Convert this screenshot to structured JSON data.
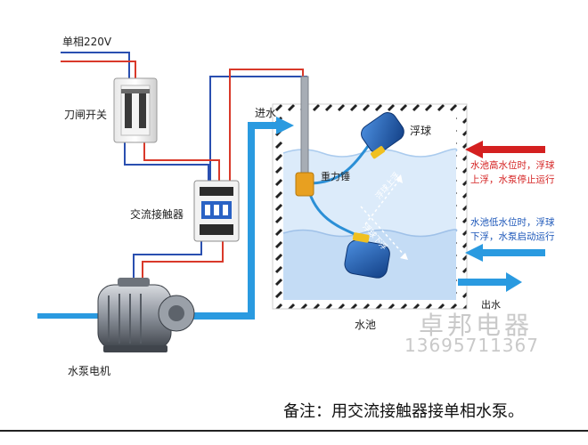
{
  "labels": {
    "power": "单相220V",
    "knife_switch": "刀闸开关",
    "contactor": "交流接触器",
    "pump_motor": "水泵电机",
    "inlet": "进水",
    "outlet": "出水",
    "tank": "水池",
    "float_ball": "浮球",
    "weight": "重力锤",
    "float_up": "浮球上浮",
    "float_down": "浮球下浮"
  },
  "notes": {
    "high": [
      "水池高水位时，浮球",
      "上浮，水泵停止运行"
    ],
    "low": [
      "水池低水位时，浮球",
      "下浮，水泵启动运行"
    ]
  },
  "watermark": {
    "brand": "卓邦电器",
    "phone": "13695711367"
  },
  "remark": "备注：用交流接触器接单相水泵。",
  "colors": {
    "wire_red": "#d9392a",
    "wire_blue": "#2a4fb0",
    "water_pipe": "#2a9ae0",
    "float_blue": "#1f5fb8",
    "weight_orange": "#e8a020",
    "arrow_red": "#d42020",
    "tank_water": "#dcebfa"
  }
}
